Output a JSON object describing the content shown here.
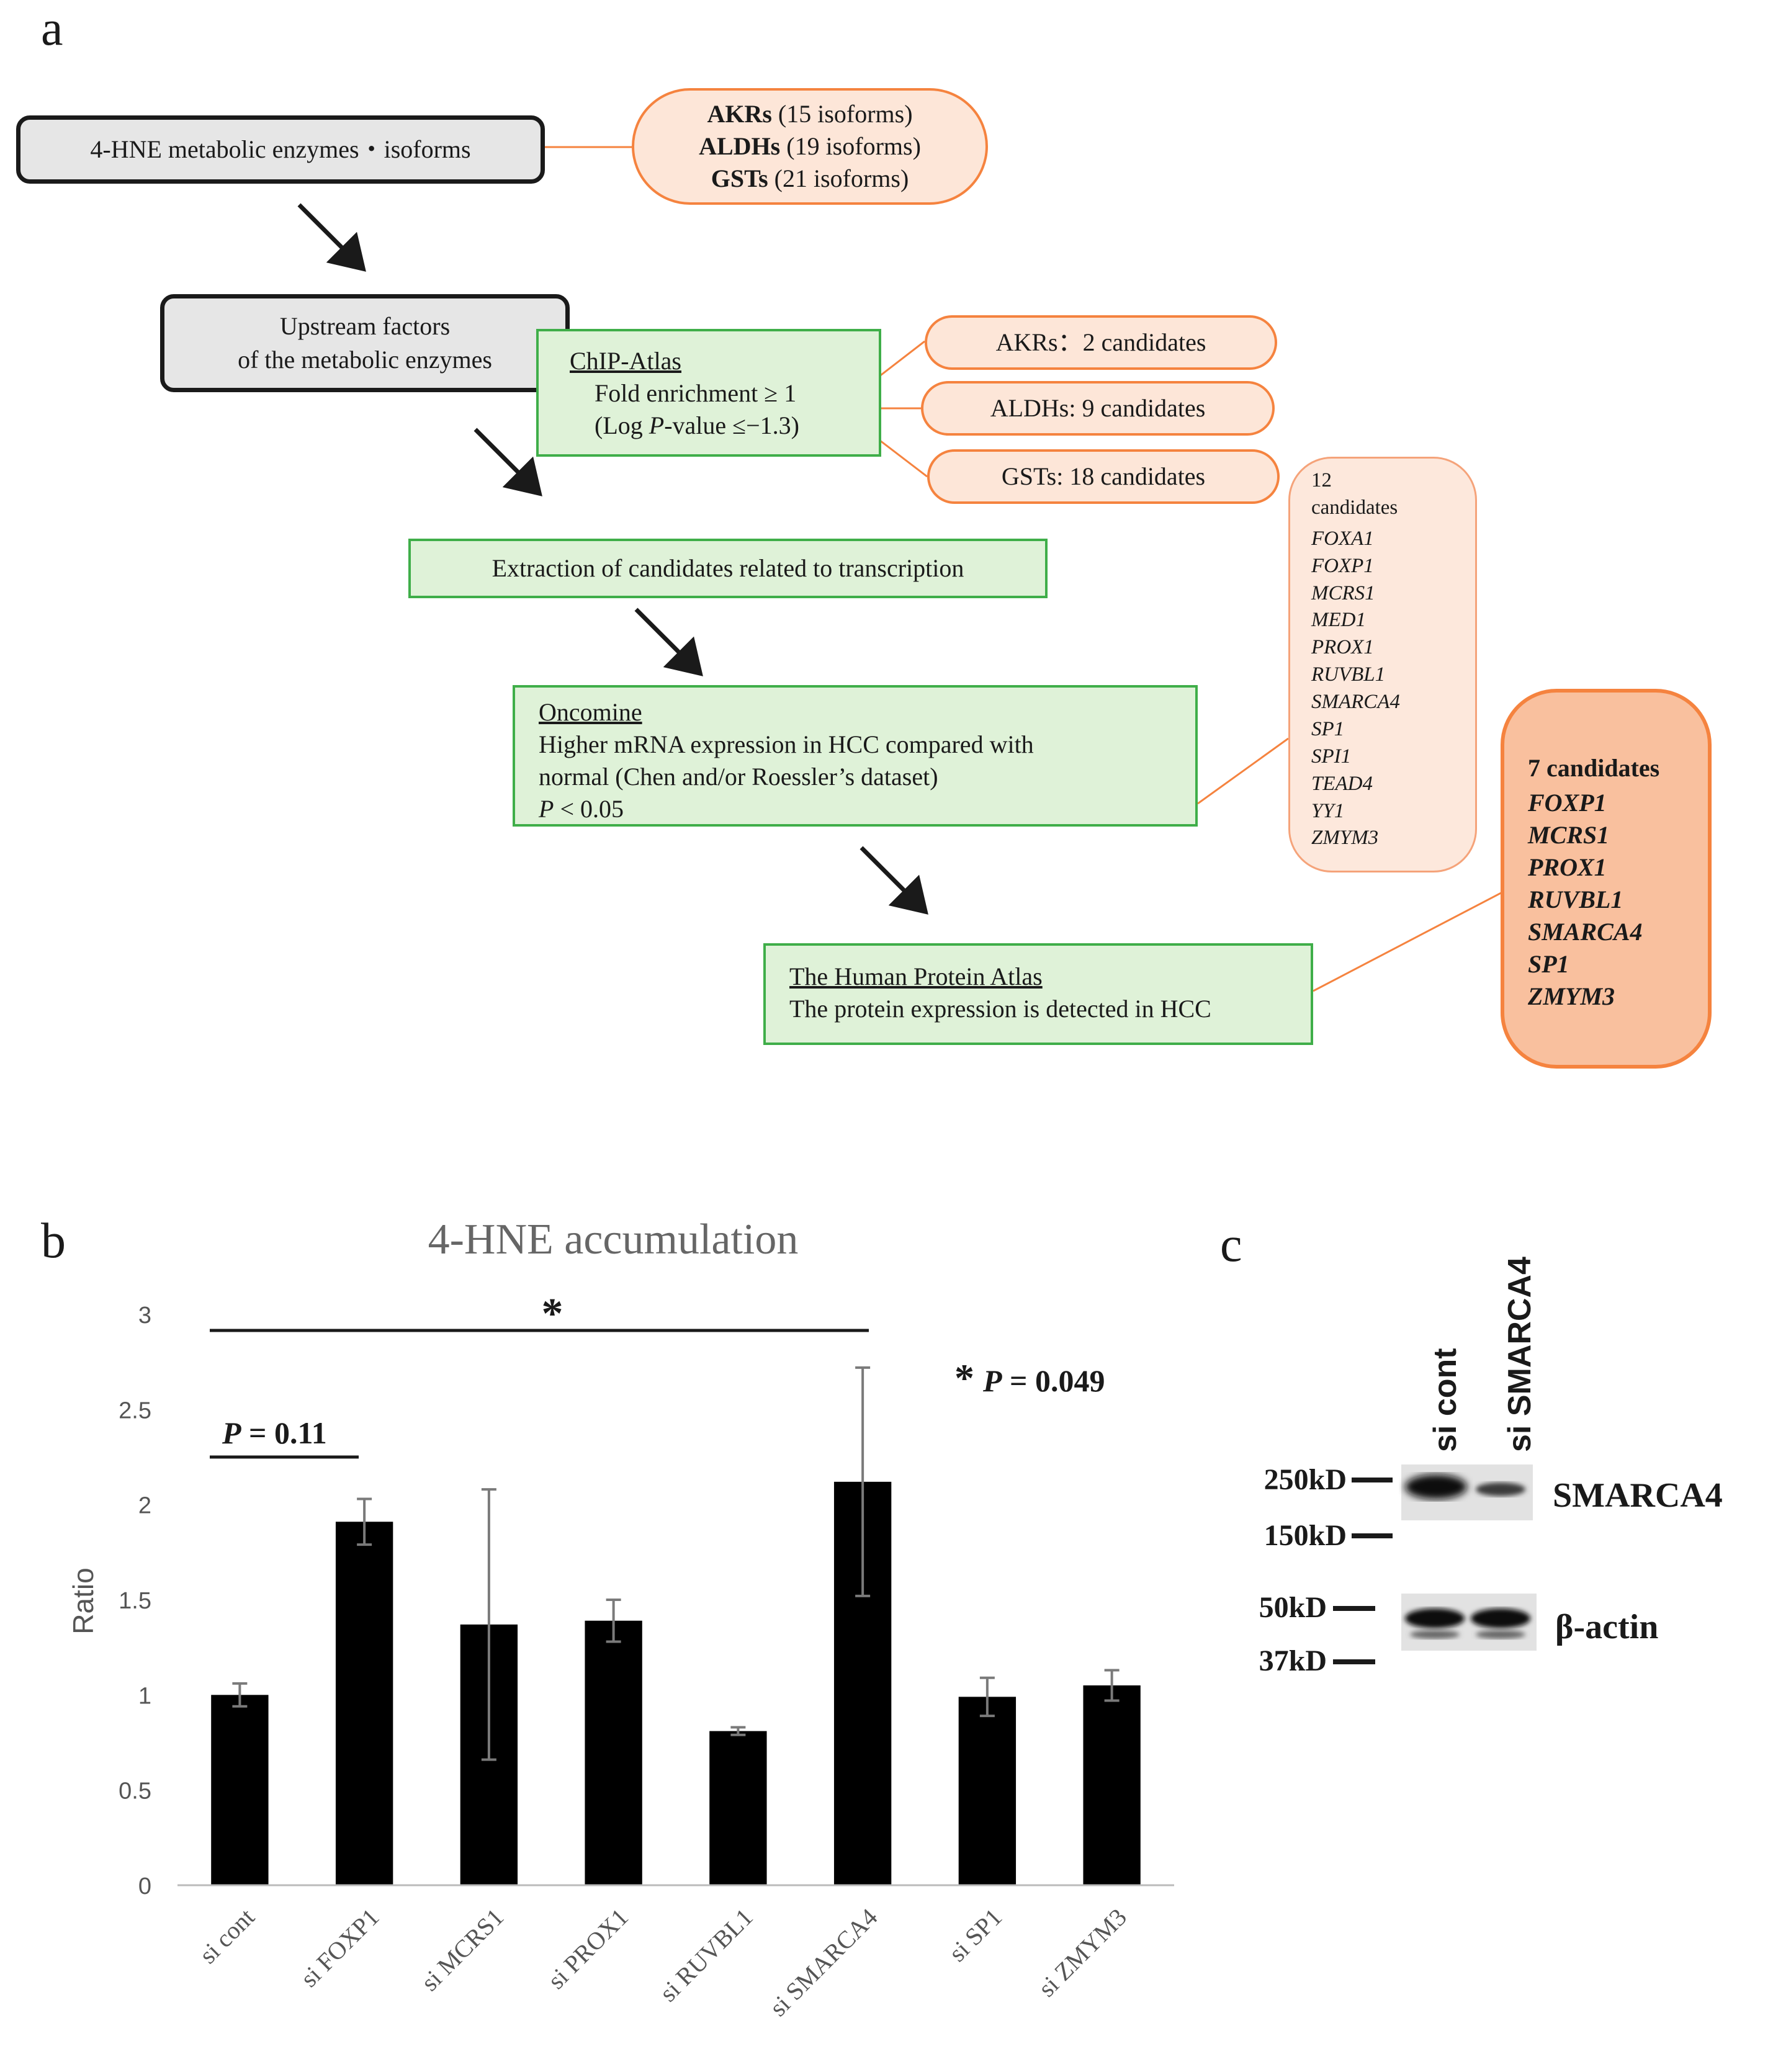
{
  "panel_a": {
    "letter": "a",
    "enzymes_box": "4-HNE metabolic  enzymes・isoforms",
    "isoforms": {
      "akr_name": "AKRs",
      "akr_count": " (15 isoforms)",
      "aldh_name": "ALDHs",
      "aldh_count": " (19 isoforms)",
      "gst_name": "GSTs",
      "gst_count": " (21 isoforms)"
    },
    "upstream_box": {
      "line1": "Upstream factors",
      "line2": "of the metabolic enzymes"
    },
    "chip_atlas": {
      "title": "ChIP-Atlas",
      "line1": "Fold enrichment ≥ 1",
      "line2_prefix": "(Log ",
      "line2_p": "P",
      "line2_suffix": "-value ≤−1.3)"
    },
    "candidate_pills": {
      "akrs": "AKRs：2 candidates",
      "aldhs": "ALDHs:  9 candidates",
      "gsts": "GSTs: 18 candidates"
    },
    "extraction_box": "Extraction of candidates related to transcription",
    "oncomine": {
      "title": "Oncomine",
      "line1": "Higher mRNA expression in HCC compared with",
      "line2": "normal (Chen and/or Roessler’s dataset)",
      "p_label": "P",
      "p_value": " < 0.05"
    },
    "protein_atlas": {
      "title": "The Human Protein Atlas",
      "line1": "The protein expression is detected in HCC"
    },
    "twelve_candidates": {
      "count": "12",
      "label": "candidates",
      "genes": [
        "FOXA1",
        "FOXP1",
        "MCRS1",
        "MED1",
        "PROX1",
        "RUVBL1",
        "SMARCA4",
        "SP1",
        "SPI1",
        "TEAD4",
        "YY1",
        "ZMYM3"
      ]
    },
    "seven_candidates": {
      "title": "7 candidates",
      "genes": [
        "FOXP1",
        "MCRS1",
        "PROX1",
        "RUVBL1",
        "SMARCA4",
        "SP1",
        "ZMYM3"
      ]
    }
  },
  "panel_b": {
    "letter": "b",
    "annotation_p1_label": "P",
    "annotation_p1_value": " = 0.11",
    "annotation_star": "*",
    "annotation_p2_star": "*",
    "annotation_p2_label": "P",
    "annotation_p2_value": " = 0.049",
    "chart_data": {
      "type": "bar",
      "title": "4-HNE accumulation",
      "xlabel": "",
      "ylabel": "Ratio",
      "ylim": [
        0,
        3
      ],
      "yticks": [
        0,
        0.5,
        1,
        1.5,
        2,
        2.5,
        3
      ],
      "ytick_labels": [
        "0",
        "0.5",
        "1",
        "1.5",
        "2",
        "2.5",
        "3"
      ],
      "categories": [
        "si cont",
        "si FOXP1",
        "si MCRS1",
        "si PROX1",
        "si RUVBL1",
        "si SMARCA4",
        "si SP1",
        "si ZMYM3"
      ],
      "values": [
        1.0,
        1.91,
        1.37,
        1.39,
        0.81,
        2.12,
        0.99,
        1.05
      ],
      "errors": [
        0.06,
        0.12,
        0.71,
        0.11,
        0.02,
        0.6,
        0.1,
        0.08
      ],
      "bar_color": "#000000",
      "grid": false
    }
  },
  "panel_c": {
    "letter": "c",
    "lanes": [
      "si cont",
      "si SMARCA4"
    ],
    "markers_top": [
      "250kD",
      "150kD"
    ],
    "markers_bottom": [
      "50kD",
      "37kD"
    ],
    "protein_top": "SMARCA4",
    "protein_bottom": "β-actin"
  },
  "colors": {
    "green_fill": "#dff2d8",
    "green_border": "#3fae49",
    "orange_fill": "#fde6d8",
    "orange_border": "#f5833f",
    "final_fill": "#f9c09e",
    "gray_fill": "#e6e6e6"
  }
}
